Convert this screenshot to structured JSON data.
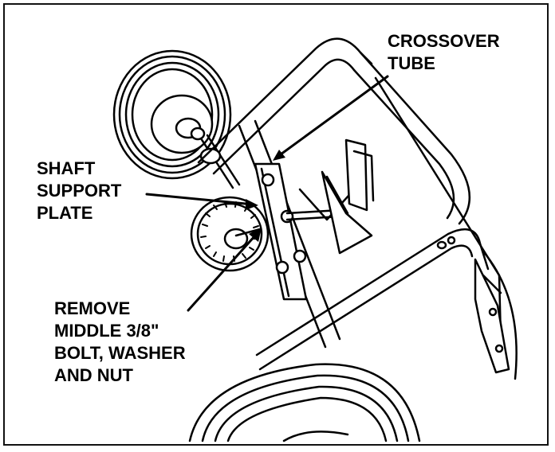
{
  "labels": {
    "crossover_tube": [
      "CROSSOVER",
      "TUBE"
    ],
    "shaft_support_plate": [
      "SHAFT",
      "SUPPORT",
      "PLATE"
    ],
    "remove_bolt": [
      "REMOVE",
      "MIDDLE 3/8\"",
      "BOLT, WASHER",
      "AND NUT"
    ]
  },
  "colors": {
    "ink": "#000000",
    "paper": "#ffffff"
  }
}
